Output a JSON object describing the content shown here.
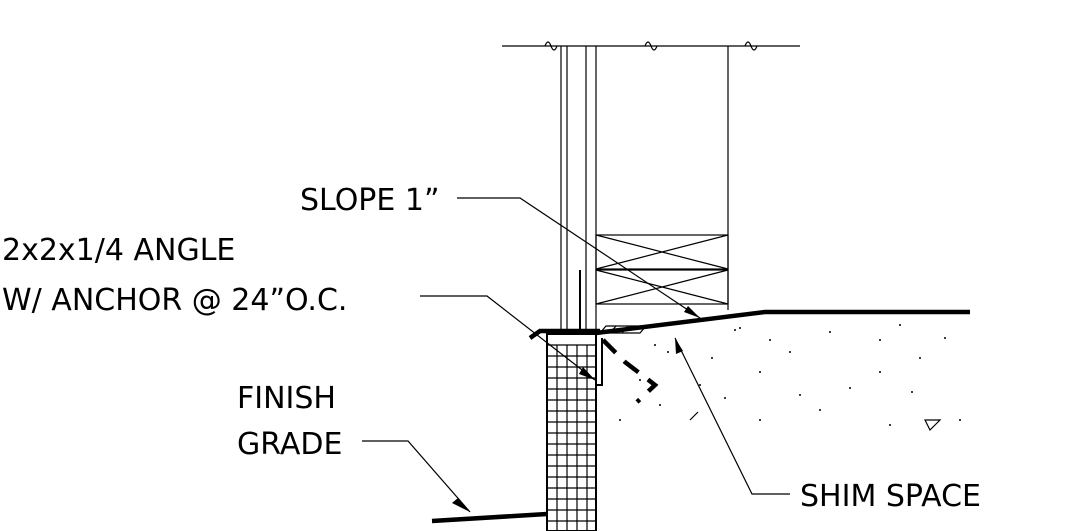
{
  "labels": {
    "slope": "SLOPE 1”",
    "angle_line1": "2x2x1/4 ANGLE",
    "angle_line2": "W/ ANCHOR @ 24”O.C.",
    "finish_line1": "FINISH",
    "finish_line2": "GRADE",
    "shim": "SHIM SPACE"
  }
}
